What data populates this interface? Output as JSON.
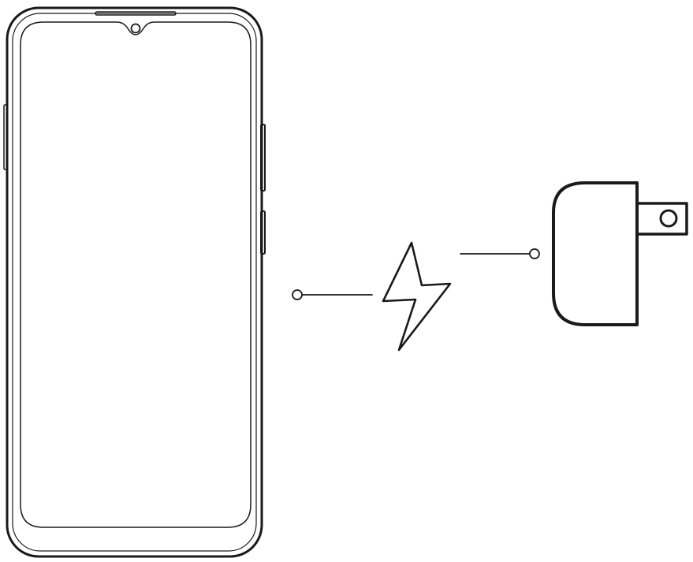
{
  "diagram": {
    "type": "illustration",
    "subject": "phone-charging",
    "components": [
      {
        "id": "phone",
        "icon": "smartphone-icon"
      },
      {
        "id": "charge-symbol",
        "icon": "lightning-bolt-icon"
      },
      {
        "id": "adapter",
        "icon": "wall-power-adapter-icon"
      }
    ],
    "colors": {
      "line": "#1a1a1a",
      "background": "#ffffff"
    }
  }
}
